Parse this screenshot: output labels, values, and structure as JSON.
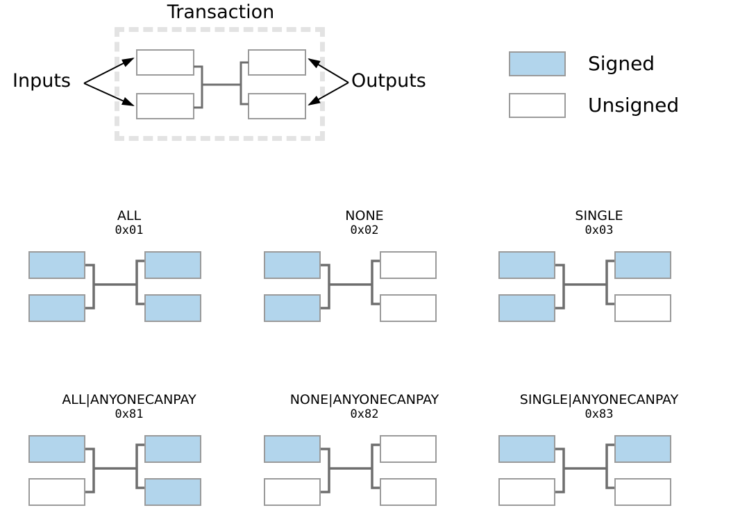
{
  "transaction_figure": {
    "title": "Transaction",
    "inputs_label": "Inputs",
    "outputs_label": "Outputs",
    "boxes": [
      {
        "name": "input-top",
        "state": "unsigned"
      },
      {
        "name": "input-bottom",
        "state": "unsigned"
      },
      {
        "name": "output-top",
        "state": "unsigned"
      },
      {
        "name": "output-bottom",
        "state": "unsigned"
      }
    ]
  },
  "legend": {
    "signed_label": "Signed",
    "unsigned_label": "Unsigned",
    "signed_color": "#b2d5ec",
    "unsigned_color": "#ffffff",
    "border_color": "#9a9a9a"
  },
  "diagrams": [
    {
      "title": "ALL",
      "code": "0x01",
      "input_top": "signed",
      "input_bottom": "signed",
      "output_top": "signed",
      "output_bottom": "signed"
    },
    {
      "title": "NONE",
      "code": "0x02",
      "input_top": "signed",
      "input_bottom": "signed",
      "output_top": "unsigned",
      "output_bottom": "unsigned"
    },
    {
      "title": "SINGLE",
      "code": "0x03",
      "input_top": "signed",
      "input_bottom": "signed",
      "output_top": "signed",
      "output_bottom": "unsigned"
    },
    {
      "title": "ALL|ANYONECANPAY",
      "code": "0x81",
      "input_top": "signed",
      "input_bottom": "unsigned",
      "output_top": "signed",
      "output_bottom": "signed"
    },
    {
      "title": "NONE|ANYONECANPAY",
      "code": "0x82",
      "input_top": "signed",
      "input_bottom": "unsigned",
      "output_top": "unsigned",
      "output_bottom": "unsigned"
    },
    {
      "title": "SINGLE|ANYONECANPAY",
      "code": "0x83",
      "input_top": "signed",
      "input_bottom": "unsigned",
      "output_top": "signed",
      "output_bottom": "unsigned"
    }
  ]
}
